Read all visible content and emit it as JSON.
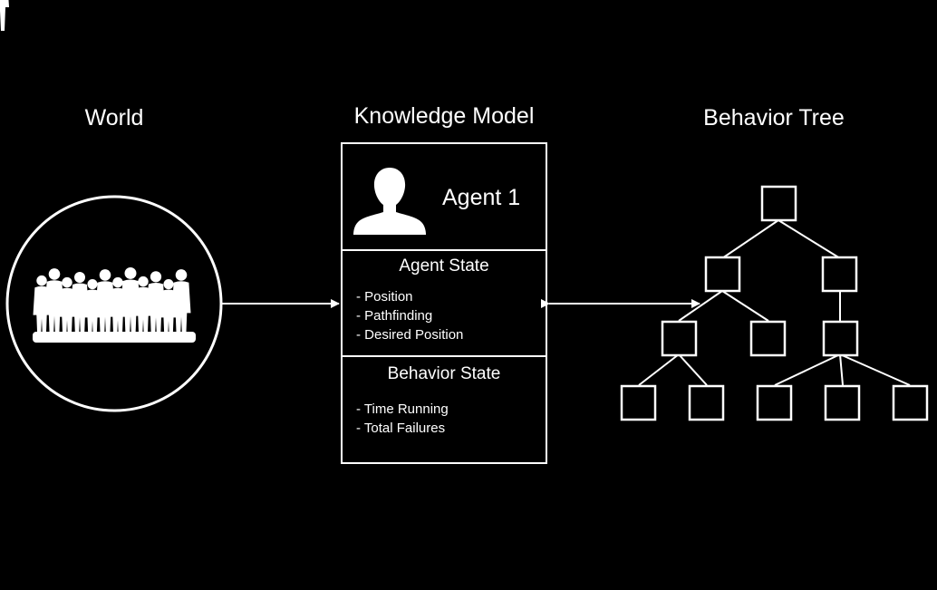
{
  "titles": {
    "world": "World",
    "knowledge_model": "Knowledge Model",
    "behavior_tree": "Behavior Tree"
  },
  "knowledge_model": {
    "agent_label": "Agent 1",
    "agent_state": {
      "title": "Agent State",
      "items": [
        "- Position",
        "- Pathfinding",
        "- Desired Position"
      ]
    },
    "behavior_state": {
      "title": "Behavior State",
      "items": [
        "- Time Running",
        "- Total Failures"
      ]
    }
  },
  "colors": {
    "background": "#000000",
    "foreground": "#ffffff"
  },
  "icons": {
    "world": "crowd-silhouette-icon",
    "agent": "person-silhouette-icon"
  }
}
